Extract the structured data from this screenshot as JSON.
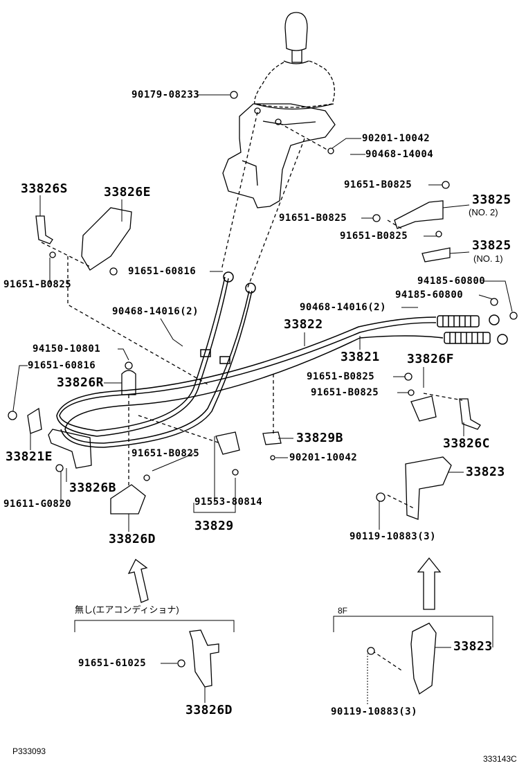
{
  "diagram": {
    "labels": {
      "p90179_08233": "90179-08233",
      "p90201_10042_top": "90201-10042",
      "p90468_14004": "90468-14004",
      "p33826S": "33826S",
      "p33826E": "33826E",
      "p91651_B0825_a": "91651-B0825",
      "p33825_no2": "33825",
      "p33825_no2_note": "(NO. 2)",
      "p91651_B0825_b": "91651-B0825",
      "p91651_B0825_c": "91651-B0825",
      "p33825_no1": "33825",
      "p33825_no1_note": "(NO. 1)",
      "p91651_60816_a": "91651-60816",
      "p91651_B0825_left": "91651-B0825",
      "p94185_60800_a": "94185-60800",
      "p94185_60800_b": "94185-60800",
      "p90468_14016_left": "90468-14016(2)",
      "p90468_14016_right": "90468-14016(2)",
      "p33822": "33822",
      "p33821": "33821",
      "p94150_10801": "94150-10801",
      "p91651_60816_b": "91651-60816",
      "p33826R": "33826R",
      "p33826F": "33826F",
      "p91651_B0825_d": "91651-B0825",
      "p91651_B0825_e": "91651-B0825",
      "p33821E": "33821E",
      "p33829B": "33829B",
      "p33826C": "33826C",
      "p91651_B0825_f": "91651-B0825",
      "p90201_10042_mid": "90201-10042",
      "p33823_a": "33823",
      "p33826B": "33826B",
      "p91611_G0820": "91611-G0820",
      "p91553_80814": "91553-80814",
      "p33829": "33829",
      "p33826D_a": "33826D",
      "p90119_10883_a": "90119-10883(3)",
      "variant_no_ac": "無し(エアコンディショナ)",
      "variant_8f": "8F",
      "p33823_b": "33823",
      "p91651_61025": "91651-61025",
      "p33826D_b": "33826D",
      "p90119_10883_b": "90119-10883(3)"
    },
    "footer": {
      "left_code": "P333093",
      "right_code": "333143C"
    }
  }
}
